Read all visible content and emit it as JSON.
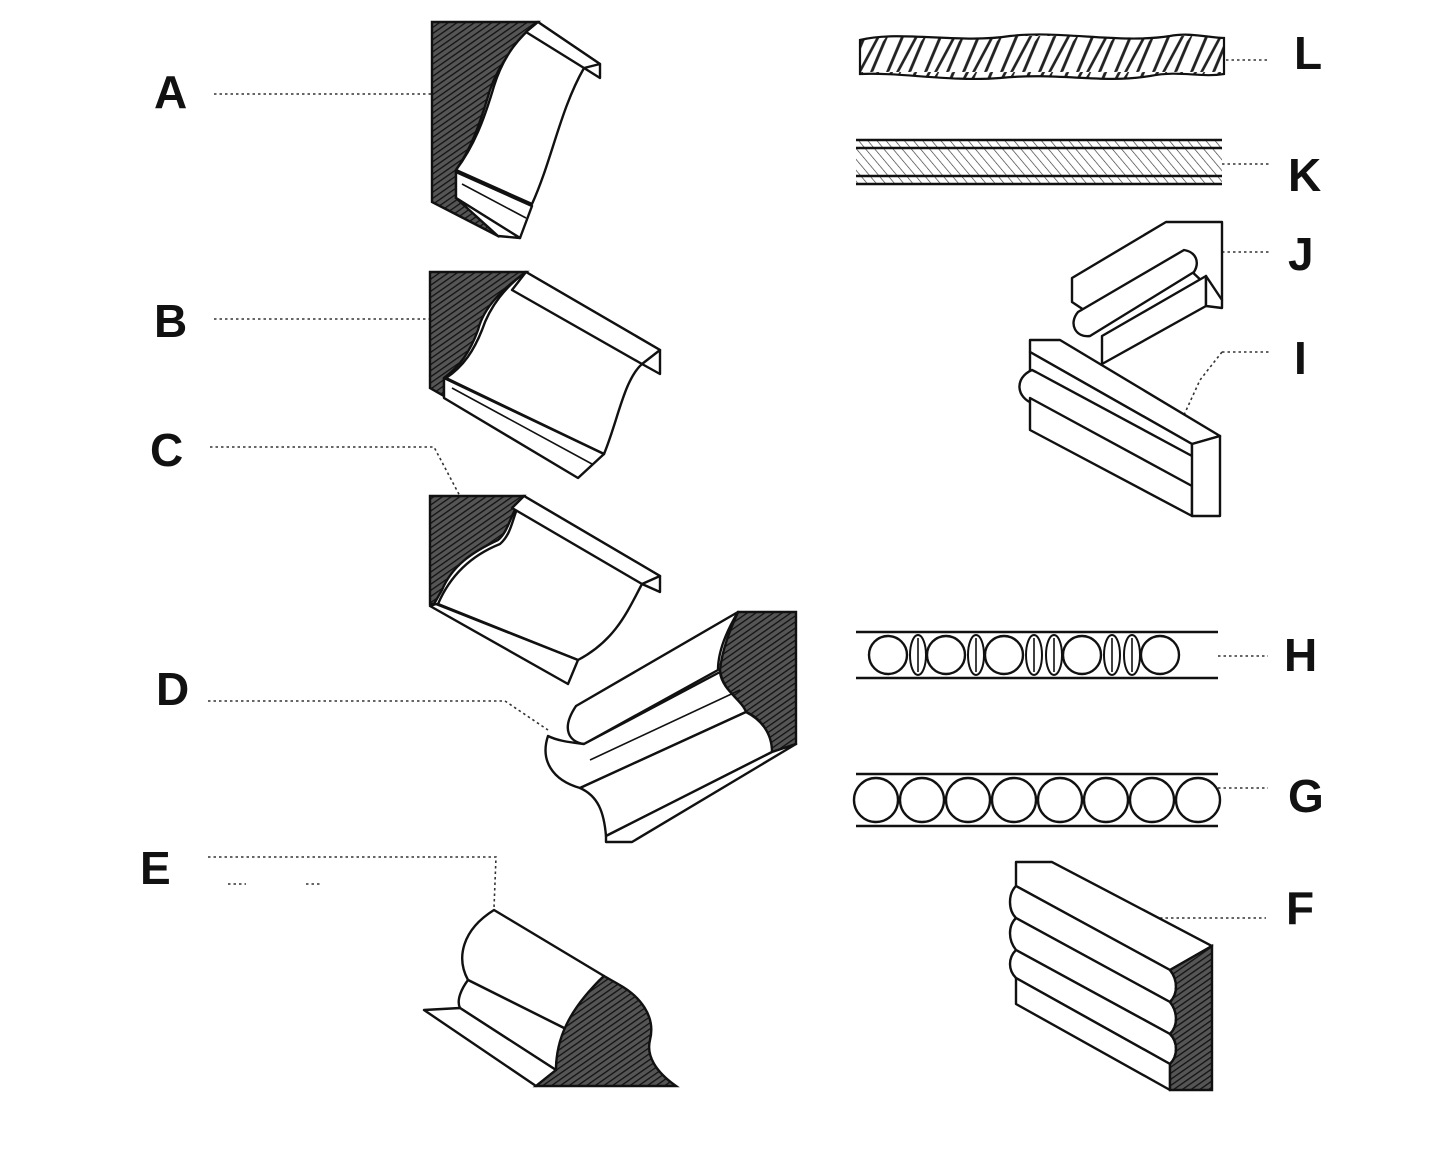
{
  "labels": {
    "a": "A",
    "b": "B",
    "c": "C",
    "d": "D",
    "e": "E",
    "f": "F",
    "g": "G",
    "h": "H",
    "i": "I",
    "j": "J",
    "k": "K",
    "l": "L"
  },
  "colors": {
    "ink": "#111111",
    "background": "#ffffff"
  }
}
